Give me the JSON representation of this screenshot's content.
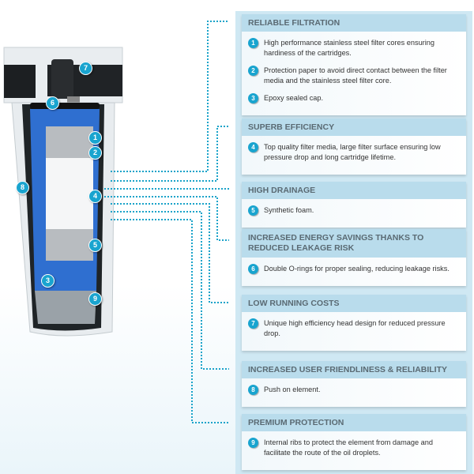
{
  "colors": {
    "accent": "#19a4cf",
    "header_bg": "#b9dcec",
    "frame": "#cfe8f3",
    "filter_media": "#2f6fd0"
  },
  "sections": [
    {
      "title": "RELIABLE FILTRATION",
      "items": [
        {
          "n": "1",
          "text": "High performance stainless steel filter cores ensuring hardiness of the cartridges."
        },
        {
          "n": "2",
          "text": "Protection paper to avoid direct contact between the filter media and the stainless steel filter core."
        },
        {
          "n": "3",
          "text": "Epoxy sealed cap."
        }
      ]
    },
    {
      "title": "SUPERB EFFICIENCY",
      "items": [
        {
          "n": "4",
          "text": "Top quality filter media, large filter surface ensuring low pressure drop and long cartridge lifetime."
        }
      ]
    },
    {
      "title": "HIGH DRAINAGE",
      "items": [
        {
          "n": "5",
          "text": "Synthetic foam."
        }
      ]
    },
    {
      "title": "INCREASED ENERGY SAVINGS THANKS TO REDUCED LEAKAGE RISK",
      "items": [
        {
          "n": "6",
          "text": "Double O-rings for proper sealing, reducing leakage risks."
        }
      ]
    },
    {
      "title": "LOW RUNNING COSTS",
      "items": [
        {
          "n": "7",
          "text": "Unique high efficiency head design for reduced pressure drop."
        }
      ]
    },
    {
      "title": "INCREASED USER FRIENDLINESS & RELIABILITY",
      "items": [
        {
          "n": "8",
          "text": "Push on element."
        }
      ]
    },
    {
      "title": "PREMIUM PROTECTION",
      "items": [
        {
          "n": "9",
          "text": "Internal ribs to protect the element from damage and facilitate the route of the oil droplets."
        }
      ]
    }
  ],
  "filter_badges": [
    "1",
    "2",
    "3",
    "4",
    "5",
    "6",
    "7",
    "8",
    "9"
  ]
}
